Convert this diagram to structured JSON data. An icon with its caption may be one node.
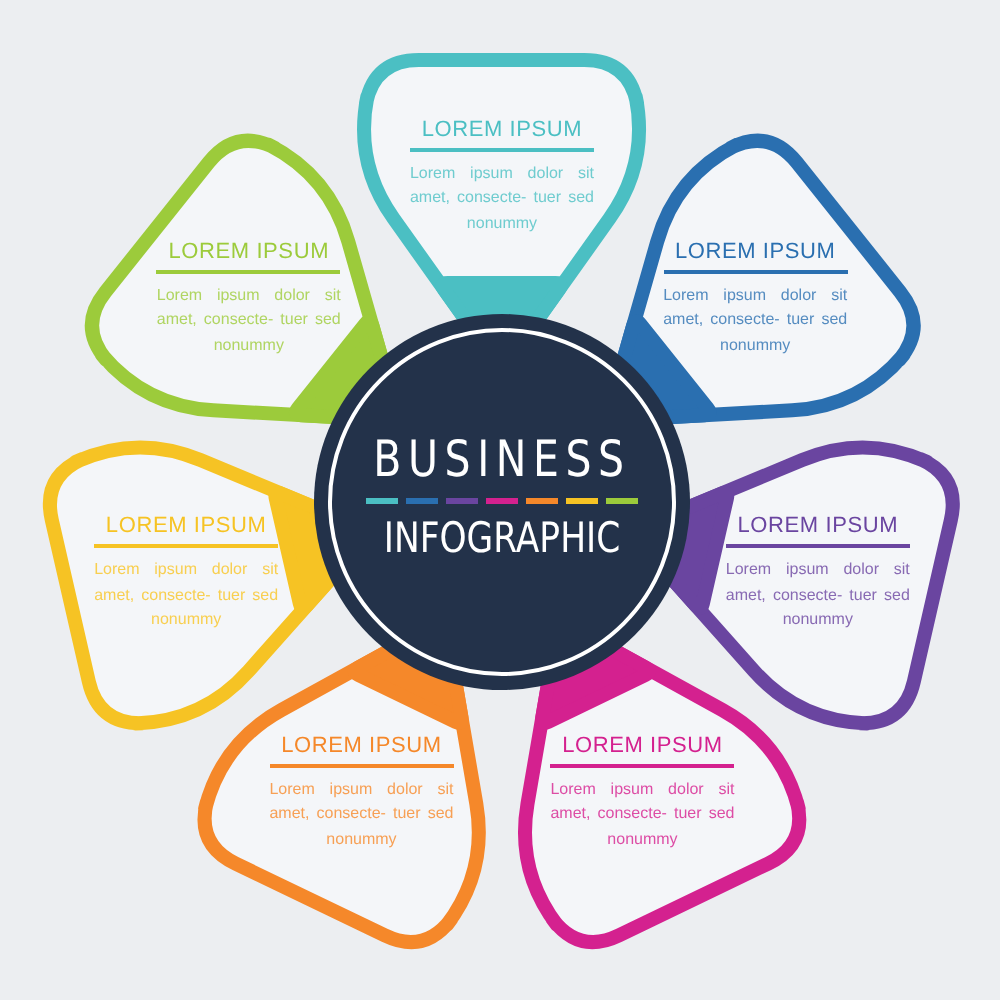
{
  "diagram": {
    "nodes": [
      {
        "text": [
          "BUSINESS",
          "INFOGRAPHIC"
        ]
      },
      {
        "text": [
          "LOREM IPSUM",
          "Lorem ipsum dolor sit amet, consecte- tuer sed nonummy"
        ]
      },
      {
        "text": [
          "LOREM IPSUM",
          "Lorem ipsum dolor sit amet, consecte- tuer sed nonummy"
        ]
      },
      {
        "text": [
          "LOREM IPSUM",
          "Lorem ipsum dolor sit amet, consecte- tuer sed nonummy"
        ]
      },
      {
        "text": [
          "LOREM IPSUM",
          "Lorem ipsum dolor sit amet, consecte- tuer sed nonummy"
        ]
      },
      {
        "text": [
          "LOREM IPSUM",
          "Lorem ipsum dolor sit amet, consecte- tuer sed nonummy"
        ]
      },
      {
        "text": [
          "LOREM IPSUM",
          "Lorem ipsum dolor sit amet, consecte- tuer sed nonummy"
        ]
      },
      {
        "text": [
          "LOREM IPSUM",
          "Lorem ipsum dolor sit amet, consecte- tuer sed nonummy"
        ]
      }
    ]
  }
}
